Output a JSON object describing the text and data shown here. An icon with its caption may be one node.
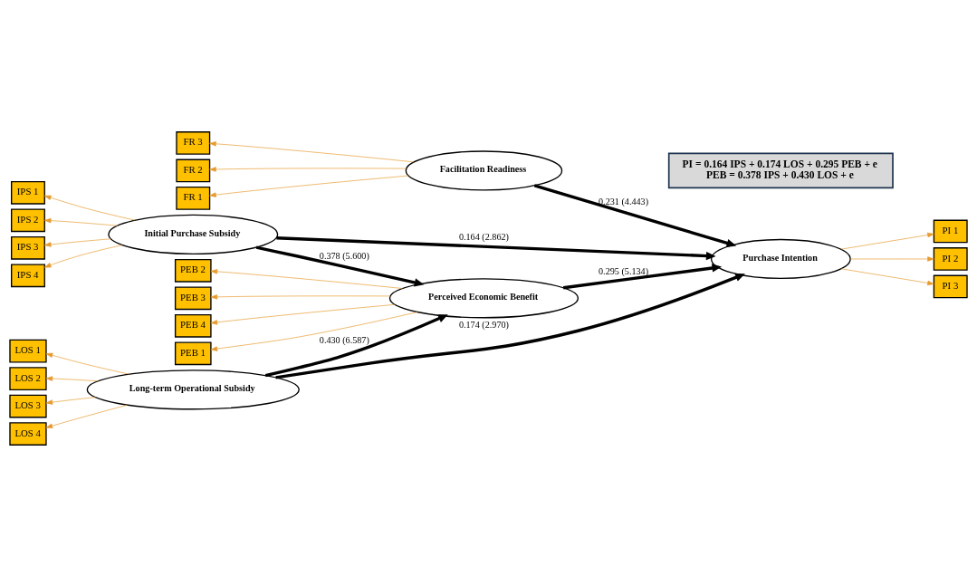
{
  "diagram": {
    "nodes": [
      {
        "text": [
          "IPS 1"
        ]
      },
      {
        "text": [
          "IPS 2"
        ]
      },
      {
        "text": [
          "IPS 3"
        ]
      },
      {
        "text": [
          "IPS 4"
        ]
      },
      {
        "text": [
          "Initial Purchase Subsidy"
        ]
      },
      {
        "text": [
          "LOS 1"
        ]
      },
      {
        "text": [
          "LOS 2"
        ]
      },
      {
        "text": [
          "LOS 3"
        ]
      },
      {
        "text": [
          "LOS 4"
        ]
      },
      {
        "text": [
          "Long-term Operational Subsidy"
        ]
      },
      {
        "text": [
          "PEB 1"
        ]
      },
      {
        "text": [
          "PEB 2"
        ]
      },
      {
        "text": [
          "PEB 3"
        ]
      },
      {
        "text": [
          "PEB 4"
        ]
      },
      {
        "text": [
          "Perceived Economic Benefit"
        ]
      },
      {
        "text": [
          "Purchase Intention"
        ]
      },
      {
        "text": [
          "PI 1"
        ]
      },
      {
        "text": [
          "PI 2"
        ]
      },
      {
        "text": [
          "PI 3"
        ]
      },
      {
        "text": [
          "FR 1"
        ]
      },
      {
        "text": [
          "FR 2"
        ]
      },
      {
        "text": [
          "FR 3"
        ]
      },
      {
        "text": [
          "Facilitation Readiness"
        ]
      },
      {
        "text": [
          "PI = 0.164 IPS + 0.174 LOS + 0.295 PEB + e",
          "PEB = 0.378 IPS + 0.430 LOS + e"
        ]
      }
    ],
    "edges": [
      {
        "from": 4,
        "to": 0,
        "arrow": "to"
      },
      {
        "from": 4,
        "to": 1,
        "arrow": "to"
      },
      {
        "from": 4,
        "to": 2,
        "arrow": "to"
      },
      {
        "from": 4,
        "to": 3,
        "arrow": "to"
      },
      {
        "from": 9,
        "to": 5,
        "arrow": "to"
      },
      {
        "from": 9,
        "to": 6,
        "arrow": "to"
      },
      {
        "from": 9,
        "to": 7,
        "arrow": "to"
      },
      {
        "from": 9,
        "to": 8,
        "arrow": "to"
      },
      {
        "from": 14,
        "to": 10,
        "arrow": "to"
      },
      {
        "from": 14,
        "to": 11,
        "arrow": "to"
      },
      {
        "from": 14,
        "to": 12,
        "arrow": "to"
      },
      {
        "from": 14,
        "to": 13,
        "arrow": "to"
      },
      {
        "from": 15,
        "to": 16,
        "arrow": "to"
      },
      {
        "from": 15,
        "to": 17,
        "arrow": "to"
      },
      {
        "from": 15,
        "to": 18,
        "arrow": "to"
      },
      {
        "from": 22,
        "to": 19,
        "arrow": "to"
      },
      {
        "from": 22,
        "to": 20,
        "arrow": "to"
      },
      {
        "from": 22,
        "to": 21,
        "arrow": "to"
      },
      {
        "from": 4,
        "to": 14,
        "arrow": "to",
        "label": "0.378 (5.600)",
        "style": "thick",
        "color": "#000000"
      },
      {
        "from": 4,
        "to": 15,
        "arrow": "to",
        "label": "0.164 (2.862)",
        "style": "thick",
        "color": "#000000"
      },
      {
        "from": 9,
        "to": 15,
        "arrow": "to",
        "label": "0.174 (2.970)",
        "style": "thick",
        "color": "#000000"
      },
      {
        "from": 9,
        "to": 14,
        "arrow": "to",
        "label": "0.430 (6.587)",
        "style": "thick",
        "color": "#000000"
      },
      {
        "from": 14,
        "to": 15,
        "arrow": "to",
        "label": "0.295 (5.134)",
        "style": "thick",
        "color": "#000000"
      },
      {
        "from": 22,
        "to": 15,
        "arrow": "to",
        "label": "0.231 (4.443)",
        "style": "thick",
        "color": "#000000"
      }
    ]
  }
}
